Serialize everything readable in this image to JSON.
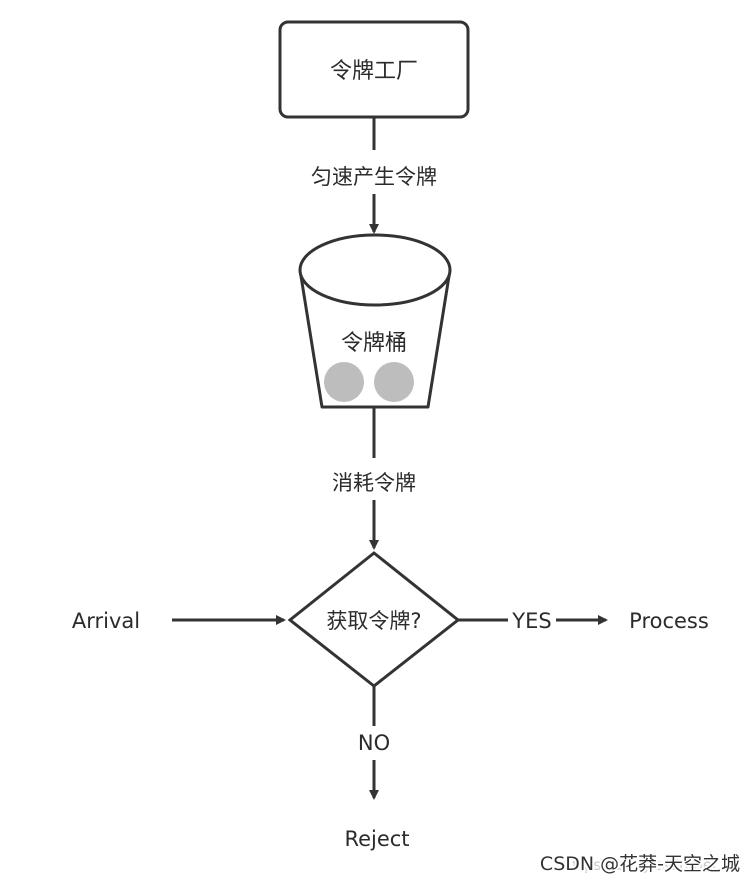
{
  "nodes": {
    "factory": "令牌工厂",
    "bucket": "令牌桶",
    "decision": "获取令牌?",
    "arrival": "Arrival",
    "process": "Process",
    "reject": "Reject"
  },
  "edges": {
    "generate": "匀速产生令牌",
    "consume": "消耗令牌",
    "yes": "YES",
    "no": "NO"
  },
  "watermark": {
    "faint_url": "https://blog.csdn.net",
    "text": "CSDN @花莽-天空之城"
  },
  "colors": {
    "stroke": "#333333",
    "token": "#bdbdbd",
    "text": "#2b2b2b"
  }
}
